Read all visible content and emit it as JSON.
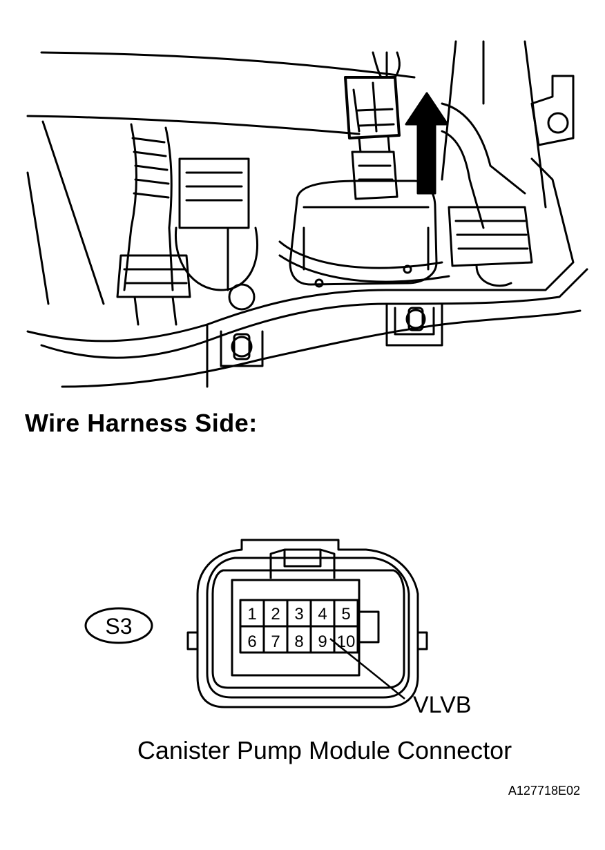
{
  "heading": "Wire Harness Side:",
  "connector": {
    "code": "S3",
    "pins": [
      "1",
      "2",
      "3",
      "4",
      "5",
      "6",
      "7",
      "8",
      "9",
      "10"
    ],
    "terminal_label": "VLVB",
    "terminal_pin": "9"
  },
  "caption": "Canister Pump Module Connector",
  "figure_id": "A127718E02"
}
